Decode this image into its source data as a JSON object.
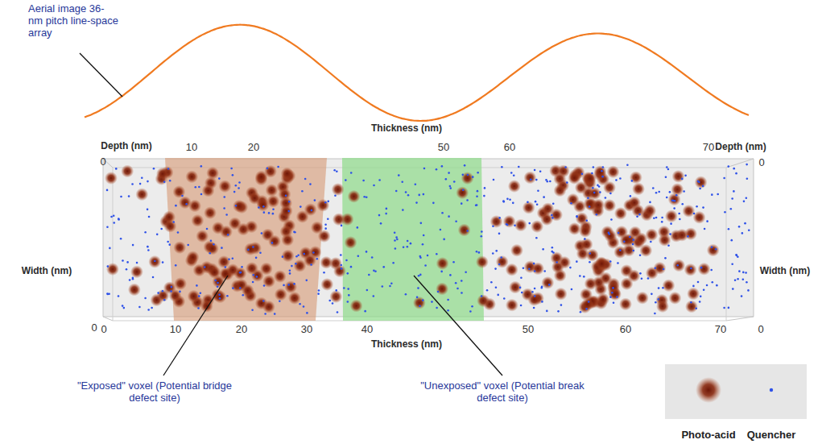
{
  "diagram": {
    "labels": [
      "Aerial image 36-nm pitch line-space array",
      "Thickness (nm)",
      "Depth (nm)",
      "0",
      "10",
      "20",
      "50",
      "60",
      "70",
      "Depth (nm)",
      "0",
      "Width (nm)",
      "Width (nm)",
      "0",
      "0",
      "10",
      "20",
      "30",
      "40",
      "50",
      "60",
      "70",
      "0",
      "Thickness (nm)",
      "\"Exposed\" voxel (Potential bridge defect site)",
      "\"Unexposed\" voxel (Potential break defect site)"
    ],
    "legend": [
      {
        "text": "Photo-acid"
      },
      {
        "text": "Quencher"
      }
    ]
  }
}
